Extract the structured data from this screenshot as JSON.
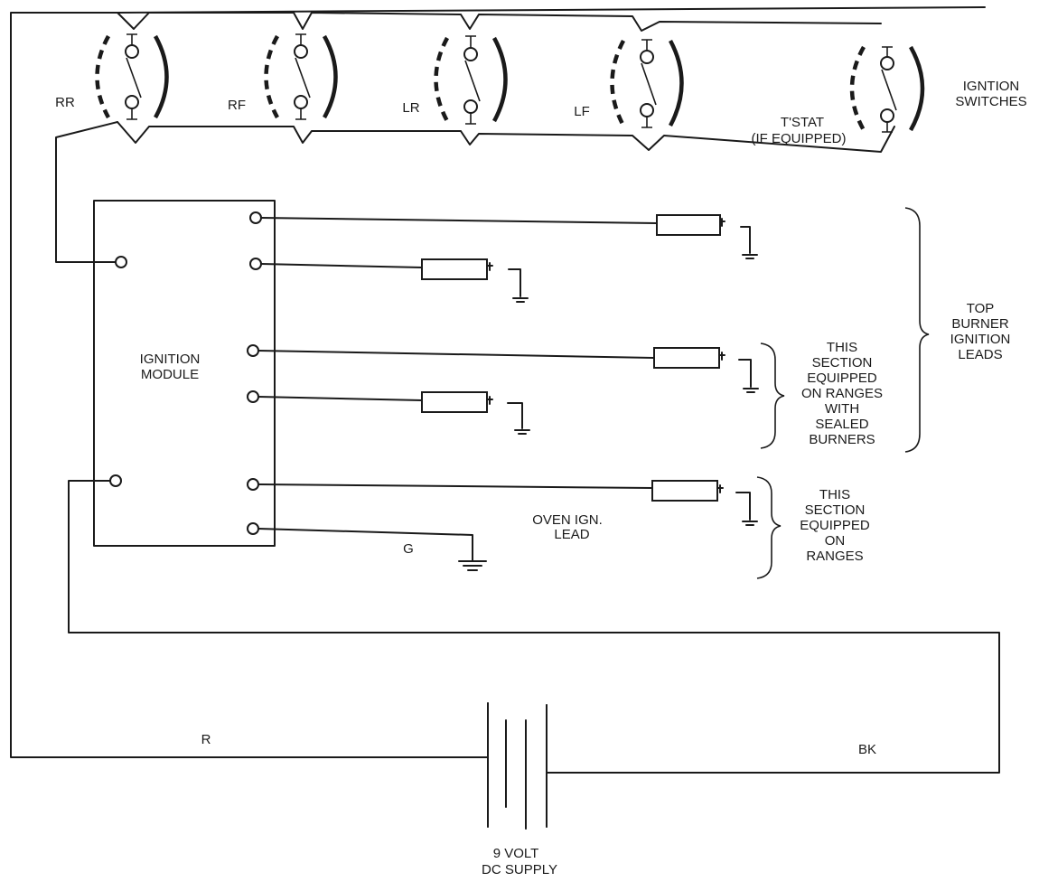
{
  "switches": {
    "rr": "RR",
    "rf": "RF",
    "lr": "LR",
    "lf": "LF",
    "tstat_line1": "T'STAT",
    "tstat_line2": "(IF EQUIPPED)",
    "ignition_line1": "IGNTION",
    "ignition_line2": "SWITCHES"
  },
  "module": {
    "line1": "IGNITION",
    "line2": "MODULE"
  },
  "leads": {
    "top_burner": [
      "TOP",
      "BURNER",
      "IGNITION",
      "LEADS"
    ],
    "sealed_section": [
      "THIS",
      "SECTION",
      "EQUIPPED",
      "ON RANGES",
      "WITH",
      "SEALED",
      "BURNERS"
    ],
    "oven_lead": [
      "OVEN IGN.",
      "LEAD"
    ],
    "oven_section": [
      "THIS",
      "SECTION",
      "EQUIPPED",
      "ON",
      "RANGES"
    ],
    "ground_label": "G"
  },
  "wires": {
    "red": "R",
    "black": "BK"
  },
  "supply": {
    "line1": "9 VOLT",
    "line2": "DC SUPPLY"
  }
}
